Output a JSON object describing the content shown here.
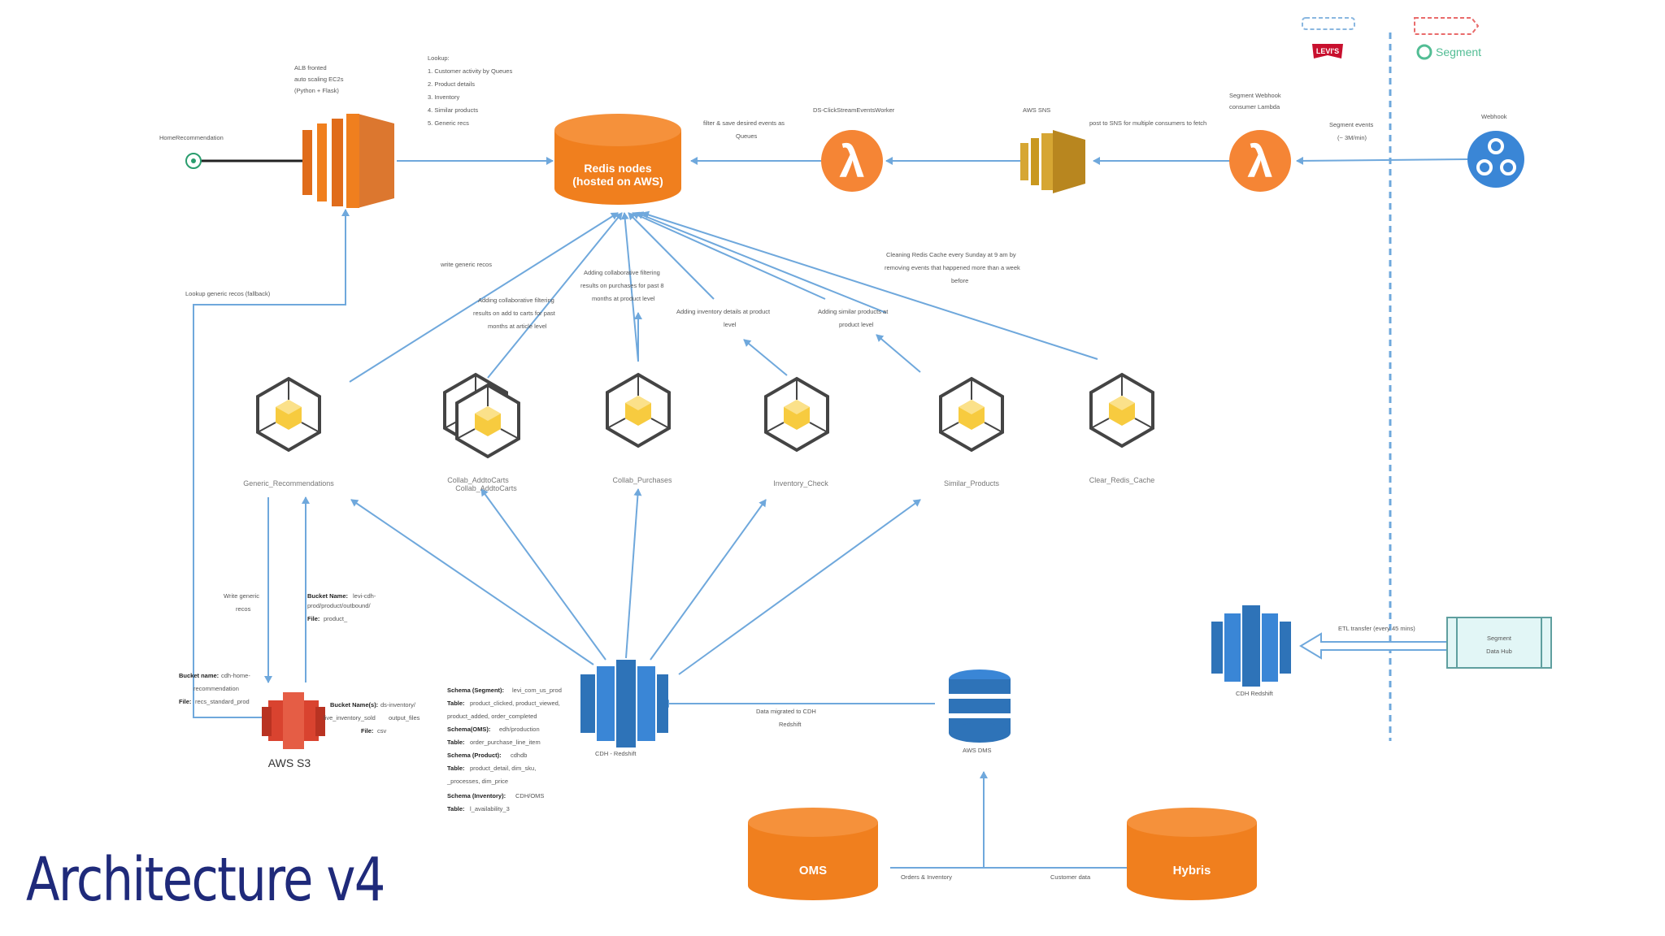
{
  "title": "Architecture v4",
  "colors": {
    "orange": "#f07f1e",
    "blue_arrow": "#6fa8dc",
    "aws_blue": "#2e73b8",
    "title_blue": "#1f2a7a",
    "lambda_orange": "#f58535",
    "s3_red": "#d9432f",
    "cube_yellow": "#f7cb3f"
  },
  "nodes": {
    "home_recs": "HomeRecommendation",
    "alb": [
      "ALB fronted",
      "auto scaling EC2s",
      "(Python + Flask)"
    ],
    "lookup": [
      "Lookup:",
      "1. Customer activity by Queues",
      "2. Product details",
      "3. Inventory",
      "4. Similar products",
      "5. Generic recs"
    ],
    "redis": [
      "Redis nodes",
      "(hosted on AWS)"
    ],
    "lambda1_label": "DS-ClickStreamEventsWorker",
    "lambda1_arrow": [
      "filter & save desired events as",
      "Queues"
    ],
    "sns_label": "AWS SNS",
    "sns_arrow": "post to SNS for multiple consumers to fetch",
    "lambda2_label": [
      "Segment Webhook",
      "consumer Lambda"
    ],
    "segment_events": [
      "Segment events",
      "(~ 3M/min)"
    ],
    "webhook_label": "Webhook",
    "levis_logo": "LEVI'S",
    "segment_logo": "Segment",
    "cleaning": [
      "Cleaning Redis Cache every Sunday at 9 am by",
      "removing events that happened more than a week",
      "before"
    ],
    "write_generic": "write generic recos",
    "lookup_generic": "Lookup generic recos (fallback)",
    "adding_collab_add": [
      "Adding collaborative filtering",
      "results on add to carts for past",
      "months at article level"
    ],
    "adding_collab_purchase": [
      "Adding collaborative filtering",
      "results on purchases for past 8",
      "months at product level"
    ],
    "adding_inventory": [
      "Adding inventory details at product",
      "level"
    ],
    "adding_similar": [
      "Adding similar products at",
      "product level"
    ],
    "jobs": [
      "Generic_Recommendations",
      "Collab_AddtoCarts",
      "Collab_Purchases",
      "Inventory_Check",
      "Similar_Products",
      "Clear_Redis_Cache"
    ],
    "job_sub": "Collab_AddtoCarts",
    "write_generic_recs": [
      "Write generic",
      "recos"
    ],
    "bucket_right": [
      "Bucket Name:",
      "levi-cdh-",
      "prod/product/outbound/",
      "File:",
      "product_"
    ],
    "bucket_left": [
      "Bucket name:",
      "cdh-home-",
      "recommendation",
      "File:",
      "recs_standard_prod"
    ],
    "bucket_s3": [
      "Bucket Name(s):",
      "ds-inventory/",
      "live_inventory_sold",
      "output_files",
      "File:",
      "csv"
    ],
    "s3_label": "AWS S3",
    "schema_block": [
      [
        "Schema (Segment):",
        "levi_com_us_prod"
      ],
      [
        "Table:",
        "product_clicked, product_viewed,"
      ],
      [
        "",
        "product_added, order_completed"
      ],
      [
        "Schema(OMS):",
        "edh/production"
      ],
      [
        "Table:",
        "order_purchase_line_item"
      ],
      [
        "Schema (Product):",
        "cdhdb"
      ],
      [
        "Table:",
        "product_detail, dim_sku,"
      ],
      [
        "",
        "_processes, dim_price"
      ],
      [
        "Schema (Inventory):",
        "CDH/OMS"
      ],
      [
        "Table:",
        "l_availability_3"
      ]
    ],
    "redshift_main": "CDH - Redshift",
    "data_migrated": [
      "Data migrated to CDH",
      "Redshift"
    ],
    "dms_label": "AWS DMS",
    "redshift_right": "CDH Redshift",
    "etl_label": "ETL transfer (every 45 mins)",
    "segment_box": [
      "Segment",
      "Data Hub"
    ],
    "oms": "OMS",
    "hybris": "Hybris",
    "orders_inventory": "Orders & Inventory",
    "customer_data": "Customer data"
  }
}
